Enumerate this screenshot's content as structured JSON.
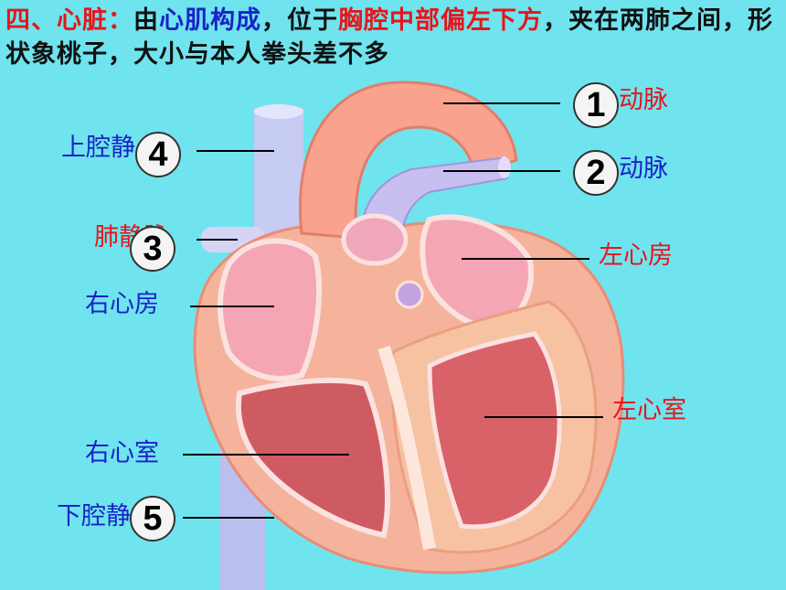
{
  "title": {
    "part1": "四、心脏：",
    "part2": "由",
    "part3": "心肌构成",
    "part4": "，位于",
    "part5": "胸腔中部偏左下方",
    "part6": "，夹在两肺之间，形状象桃子，大小与本人拳头差不多"
  },
  "labels": {
    "aorta_partial": "动脉",
    "pulmonary_artery_partial": "动脉",
    "superior_vena_cava_partial": "上腔静",
    "pulmonary_vein_partial": "肺静脉",
    "right_atrium": "右心房",
    "left_atrium": "左心房",
    "left_ventricle": "左心室",
    "right_ventricle": "右心室",
    "inferior_vena_cava_partial": "下腔静"
  },
  "badges": [
    "1",
    "2",
    "3",
    "4",
    "5"
  ],
  "colors": {
    "background": "#6fe4ee",
    "red_text": "#e8141b",
    "blue_text": "#1b22c8"
  }
}
